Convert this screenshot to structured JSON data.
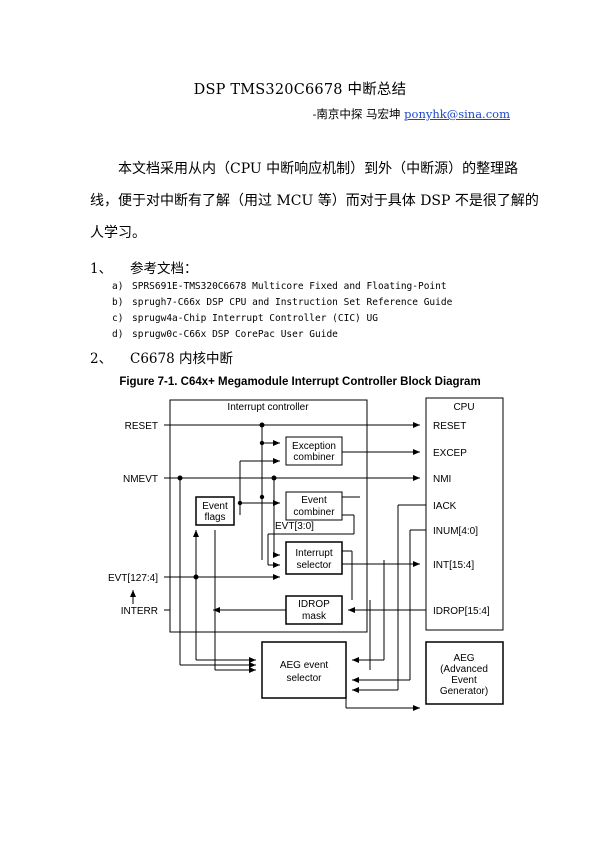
{
  "doc": {
    "title": "DSP TMS320C6678 中断总结",
    "author_prefix": "-南京中探 马宏坤 ",
    "author_email": "ponyhk@sina.com",
    "intro_line1": "本文档采用从内（CPU 中断响应机制）到外（中断源）的整理路",
    "intro_line2": "线，便于对中断有了解（用过 MCU 等）而对于具体 DSP 不是很了解的",
    "intro_line3": "人学习。",
    "section1_num": "1、",
    "section1_title": "参考文档：",
    "references": [
      {
        "label": "a)",
        "text": "SPRS691E-TMS320C6678 Multicore Fixed and Floating-Point"
      },
      {
        "label": "b)",
        "text": "sprugh7-C66x DSP CPU and Instruction Set Reference Guide"
      },
      {
        "label": "c)",
        "text": "sprugw4a-Chip Interrupt Controller (CIC) UG"
      },
      {
        "label": "d)",
        "text": "sprugw0c-C66x DSP CorePac User Guide"
      }
    ],
    "section2_num": "2、",
    "section2_title": "C6678 内核中断"
  },
  "figure": {
    "caption": "Figure 7-1.  C64x+ Megamodule Interrupt Controller Block Diagram",
    "interrupt_controller_label": "Interrupt controller",
    "cpu_label": "CPU",
    "inputs": {
      "reset": "RESET",
      "nmevt": "NMEVT",
      "evt": "EVT[127:4]",
      "interr": "INTERR"
    },
    "blocks": {
      "exception_combiner": [
        "Exception",
        "combiner"
      ],
      "event_combiner": [
        "Event",
        "combiner"
      ],
      "event_flags": [
        "Event",
        "flags"
      ],
      "interrupt_selector": [
        "Interrupt",
        "selector"
      ],
      "idrop_mask": [
        "IDROP",
        "mask"
      ],
      "aeg_selector": [
        "AEG event",
        "selector"
      ],
      "aeg": [
        "AEG",
        "(Advanced",
        "Event",
        "Generator)"
      ]
    },
    "evt_bus_label": "EVT[3:0]",
    "cpu_ports": {
      "reset": "RESET",
      "excep": "EXCEP",
      "nmi": "NMI",
      "iack": "IACK",
      "inum": "INUM[4:0]",
      "int": "INT[15:4]",
      "idrop": "IDROP[15:4]"
    }
  }
}
